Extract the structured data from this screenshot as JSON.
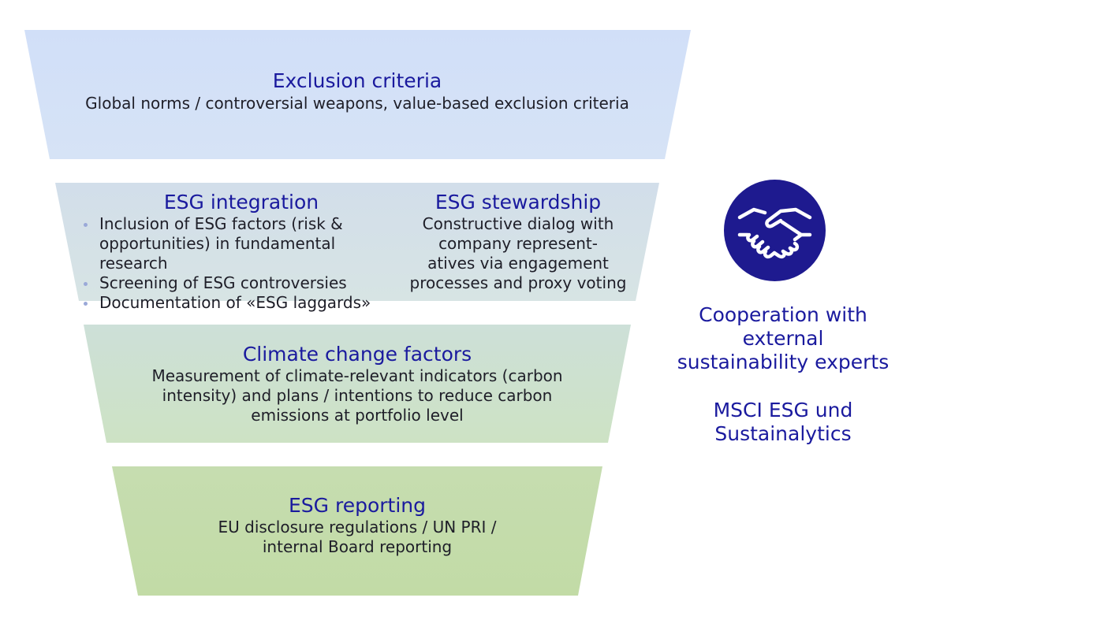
{
  "layers": [
    {
      "title": "Exclusion criteria",
      "body": "Global norms / controversial weapons, value-based exclusion criteria",
      "color": "#d3e0f8"
    },
    {
      "left": {
        "title": "ESG integration",
        "bullets": [
          "Inclusion of ESG factors (risk &",
          "Screening of ESG controversies",
          "Documentation of «ESG laggards»"
        ],
        "bullet_continuation": "opportunities) in fundamental research"
      },
      "right": {
        "title": "ESG stewardship",
        "lines": [
          "Constructive dialog with",
          "company represent-",
          "atives via engagement",
          "processes and proxy voting"
        ]
      },
      "color": "#d5e1e6"
    },
    {
      "title": "Climate change factors",
      "lines": [
        "Measurement of climate-relevant indicators (carbon",
        "intensity) and plans / intentions to reduce carbon",
        "emissions at portfolio level"
      ],
      "color": "#cfe1cc"
    },
    {
      "title": "ESG reporting",
      "lines": [
        "EU disclosure regulations / UN PRI /",
        "internal Board reporting"
      ],
      "color": "#c3dca9"
    }
  ],
  "side": {
    "icon": "handshake-icon",
    "icon_color": "#1e1a8f",
    "heading_lines": [
      "Cooperation with",
      "external",
      "sustainability experts"
    ],
    "partner_lines": [
      "MSCI ESG und",
      "Sustainalytics"
    ]
  },
  "colors": {
    "title_text": "#1a1a9e",
    "body_text": "#1e1e28"
  }
}
